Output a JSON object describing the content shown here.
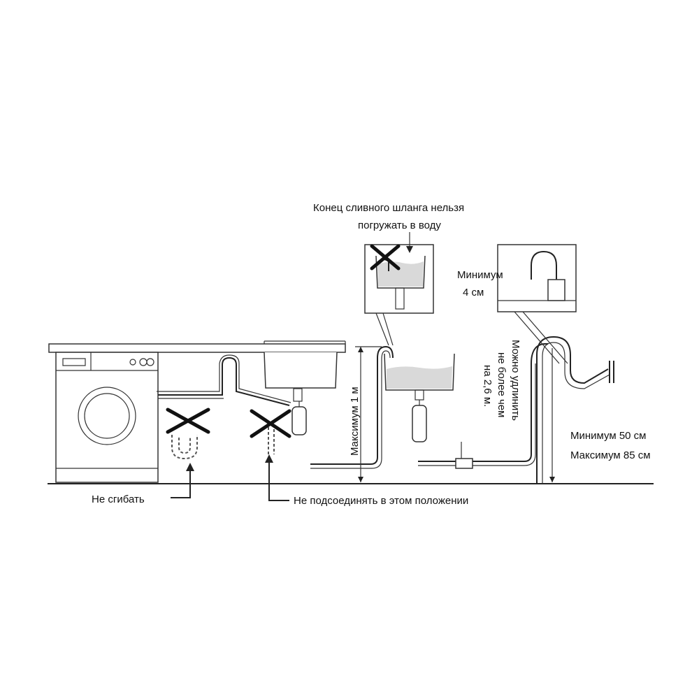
{
  "labels": {
    "no_submerge": [
      "Конец сливного шланга нельзя",
      "погружать в воду"
    ],
    "min_4cm": [
      "Минимум",
      "4 см"
    ],
    "max_1m": "Максимум 1 м",
    "extend": [
      "Можно удлинить",
      "не более чем",
      "на 2,6 м."
    ],
    "min_max_height": [
      "Минимум 50 см",
      "Максимум 85 см"
    ],
    "no_bend": "Не сгибать",
    "no_connect": "Не подсоединять в этом положении"
  },
  "colors": {
    "line": "#222222",
    "water": "#d9d9d9"
  }
}
